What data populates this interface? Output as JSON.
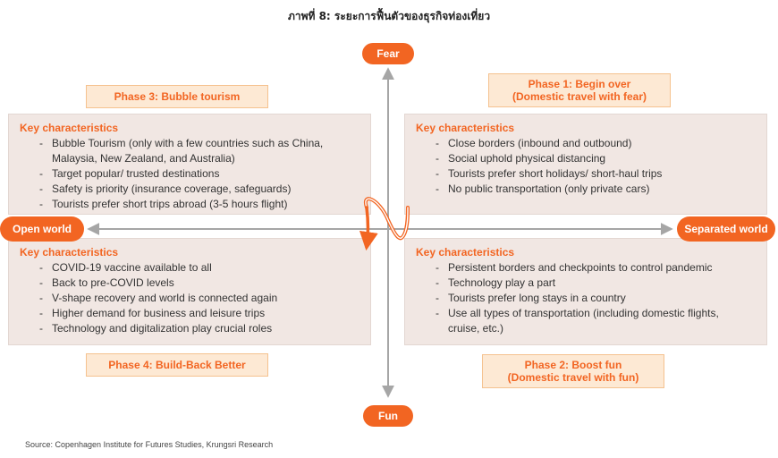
{
  "title": "ภาพที่ 8: ระยะการฟื้นตัวของธุรกิจท่องเที่ยว",
  "axis": {
    "top": "Fear",
    "bottom": "Fun",
    "left": "Open world",
    "right": "Separated world"
  },
  "phases": {
    "phase1": [
      "Phase 1: Begin over",
      "(Domestic travel with fear)"
    ],
    "phase2": [
      "Phase 2: Boost fun",
      "(Domestic travel with fun)"
    ],
    "phase3": "Phase 3: Bubble tourism",
    "phase4": "Phase 4: Build-Back Better"
  },
  "quadrants": {
    "top_left": {
      "heading": "Key characteristics",
      "items": [
        "Bubble Tourism (only with a few countries such as China,",
        "Malaysia, New Zealand, and Australia)",
        "Target popular/ trusted destinations",
        "Safety is priority (insurance coverage, safeguards)",
        "Tourists prefer short trips abroad (3-5 hours flight)"
      ]
    },
    "top_right": {
      "heading": "Key characteristics",
      "items": [
        "Close borders (inbound and outbound)",
        "Social uphold physical distancing",
        "Tourists prefer short holidays/ short-haul trips",
        "No public transportation (only private cars)"
      ]
    },
    "bottom_left": {
      "heading": "Key characteristics",
      "items": [
        "COVID-19 vaccine available to all",
        "Back to pre-COVID levels",
        "V-shape recovery and world is connected again",
        "Higher demand for business and leisure trips",
        "Technology and digitalization play crucial roles"
      ]
    },
    "bottom_right": {
      "heading": "Key characteristics",
      "items": [
        "Persistent borders and checkpoints to control pandemic",
        "Technology play a part",
        "Tourists prefer long stays in a country",
        "Use all types of transportation (including domestic flights,",
        "cruise, etc.)"
      ]
    }
  },
  "source": "Source: Copenhagen Institute for Futures Studies, Krungsri Research",
  "colors": {
    "accent": "#f26522",
    "phase_fill": "#fde9d4",
    "box_fill": "#f1e7e3",
    "axis": "#a6a6a6"
  }
}
